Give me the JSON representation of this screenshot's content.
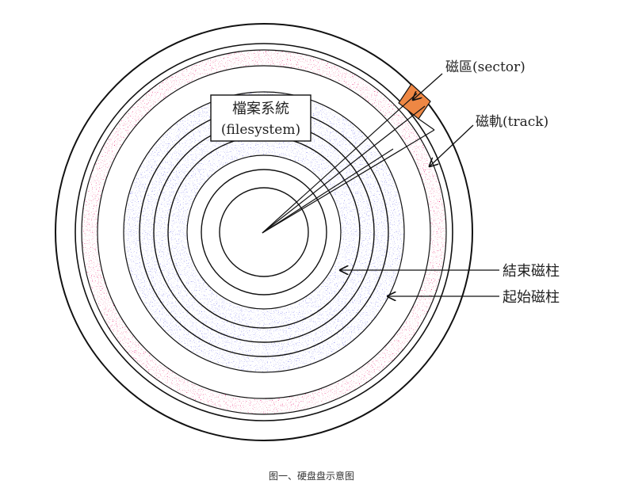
{
  "labels": {
    "sector": "磁區(sector)",
    "track": "磁軌(track)",
    "filesystem_line1": "檔案系統",
    "filesystem_line2": "(filesystem)",
    "end_cylinder": "結束磁柱",
    "start_cylinder": "起始磁柱"
  },
  "caption": "图一、硬盘盘示意图",
  "colors": {
    "partition_band": "#ee1a7e",
    "filesystem_fill": "#8383ef",
    "sector_highlight": "#ee8744",
    "line": "#111111",
    "background": "#ffffff"
  }
}
